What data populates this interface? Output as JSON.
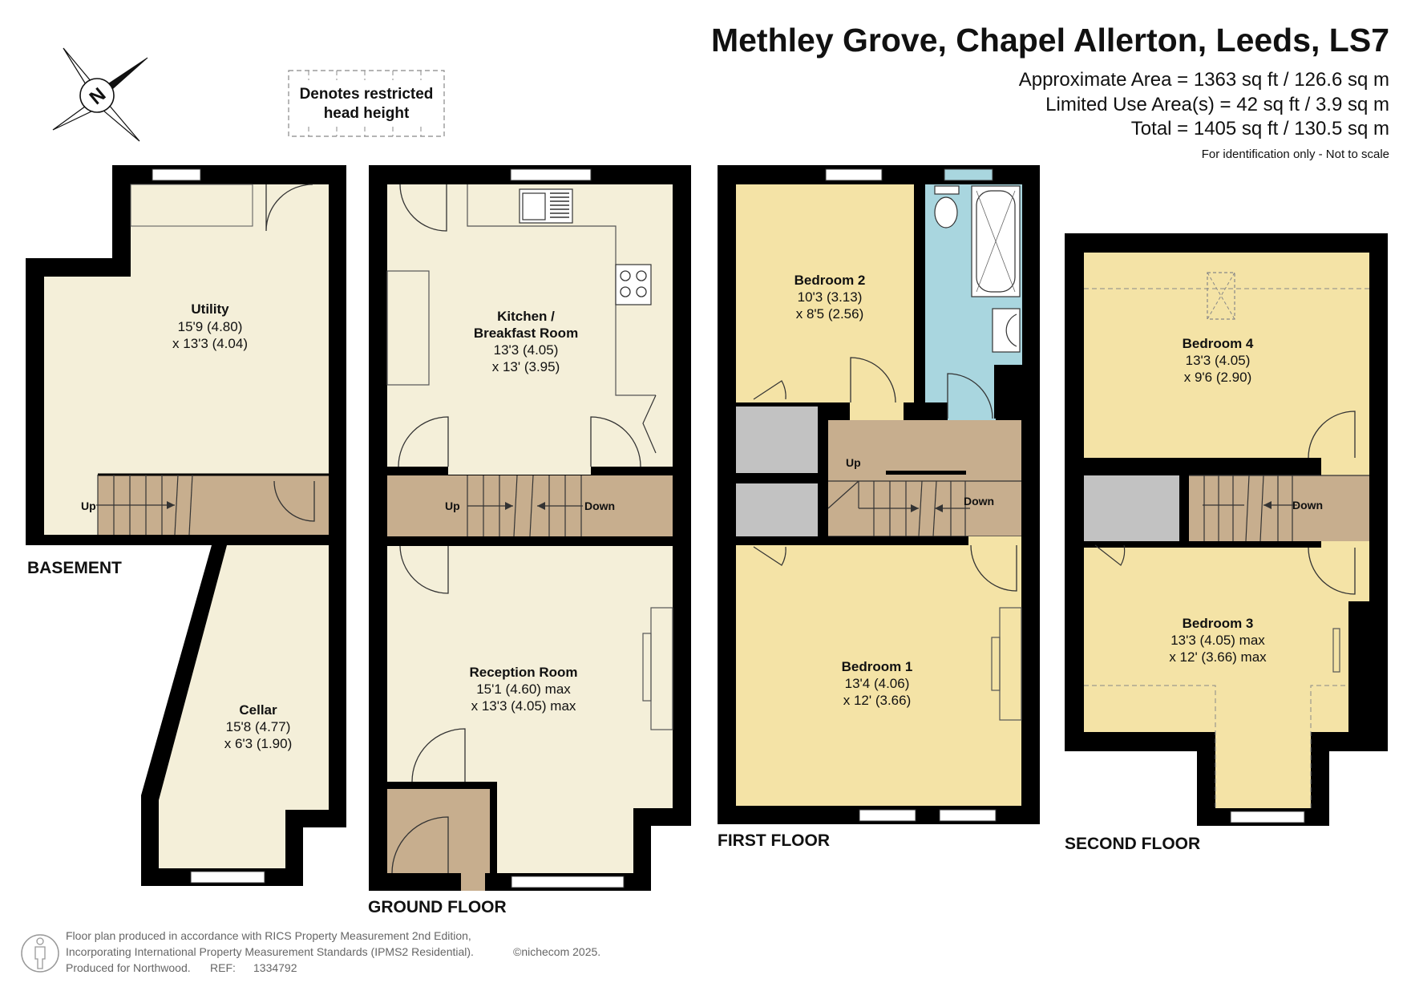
{
  "header": {
    "title": "Methley Grove, Chapel Allerton, Leeds, LS7",
    "approx_area": "Approximate Area = 1363 sq ft / 126.6 sq m",
    "limited_area": "Limited Use Area(s) = 42 sq ft / 3.9 sq m",
    "total_area": "Total = 1405 sq ft / 130.5 sq m",
    "disclaimer": "For identification only - Not to scale"
  },
  "legend": {
    "line1": "Denotes restricted",
    "line2": "head height"
  },
  "compass": {
    "letter": "N"
  },
  "floors": {
    "basement": "BASEMENT",
    "ground": "GROUND FLOOR",
    "first": "FIRST FLOOR",
    "second": "SECOND FLOOR"
  },
  "rooms": {
    "utility": {
      "name": "Utility",
      "dim1": "15'9 (4.80)",
      "dim2": "x 13'3 (4.04)"
    },
    "cellar": {
      "name": "Cellar",
      "dim1": "15'8 (4.77)",
      "dim2": "x 6'3 (1.90)"
    },
    "kitchen": {
      "name1": "Kitchen /",
      "name2": "Breakfast Room",
      "dim1": "13'3 (4.05)",
      "dim2": "x 13' (3.95)"
    },
    "reception": {
      "name": "Reception Room",
      "dim1": "15'1 (4.60) max",
      "dim2": "x 13'3 (4.05) max"
    },
    "bedroom2": {
      "name": "Bedroom 2",
      "dim1": "10'3 (3.13)",
      "dim2": "x 8'5 (2.56)"
    },
    "bedroom1": {
      "name": "Bedroom 1",
      "dim1": "13'4 (4.06)",
      "dim2": "x 12' (3.66)"
    },
    "bedroom4": {
      "name": "Bedroom 4",
      "dim1": "13'3 (4.05)",
      "dim2": "x 9'6 (2.90)"
    },
    "bedroom3": {
      "name": "Bedroom 3",
      "dim1": "13'3 (4.05) max",
      "dim2": "x 12' (3.66) max"
    }
  },
  "stairs": {
    "up": "Up",
    "down": "Down"
  },
  "footer": {
    "line1": "Floor plan produced in accordance with RICS Property Measurement 2nd Edition,",
    "line2": "Incorporating International Property Measurement Standards (IPMS2 Residential).",
    "copyright": "©nichecom 2025.",
    "line3_prefix": "Produced for Northwood.",
    "ref_label": "REF:",
    "ref_value": "1334792"
  },
  "colors": {
    "wall": "#000000",
    "room_cream": "#f4efd9",
    "room_yellow": "#f4e3a6",
    "stairs": "#c7ae8e",
    "bathroom": "#a9d6df",
    "cupboard": "#c2c2c2"
  }
}
